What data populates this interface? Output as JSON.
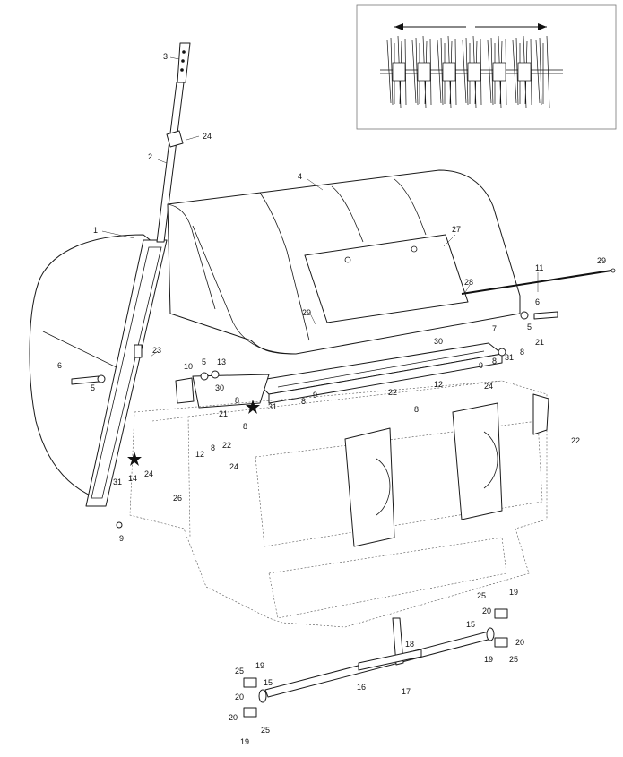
{
  "callouts": {
    "c1": "1",
    "c2": "2",
    "c3": "3",
    "c4": "4",
    "c5a": "5",
    "c5b": "5",
    "c5c": "5",
    "c6a": "6",
    "c6b": "6",
    "c7": "7",
    "c8a": "8",
    "c8b": "8",
    "c8c": "8",
    "c8d": "8",
    "c8e": "8",
    "c8f": "8",
    "c8g": "8",
    "c9a": "9",
    "c9b": "9",
    "c9c": "9",
    "c10": "10",
    "c11": "11",
    "c12a": "12",
    "c12b": "12",
    "c13": "13",
    "c14": "14",
    "c15a": "15",
    "c15b": "15",
    "c16": "16",
    "c17": "17",
    "c18": "18",
    "c19a": "19",
    "c19b": "19",
    "c19c": "19",
    "c19d": "19",
    "c20a": "20",
    "c20b": "20",
    "c20c": "20",
    "c20d": "20",
    "c21a": "21",
    "c21b": "21",
    "c22a": "22",
    "c22b": "22",
    "c22c": "22",
    "c23": "23",
    "c24a": "24",
    "c24b": "24",
    "c24c": "24",
    "c24d": "24",
    "c25a": "25",
    "c25b": "25",
    "c25c": "25",
    "c25d": "25",
    "c26": "26",
    "c27": "27",
    "c28": "28",
    "c29a": "29",
    "c29b": "29",
    "c30a": "30",
    "c30b": "30",
    "c31a": "31",
    "c31b": "31",
    "c31c": "31"
  },
  "icons": {
    "star": "star-icon",
    "arrow": "double-arrow-icon"
  }
}
